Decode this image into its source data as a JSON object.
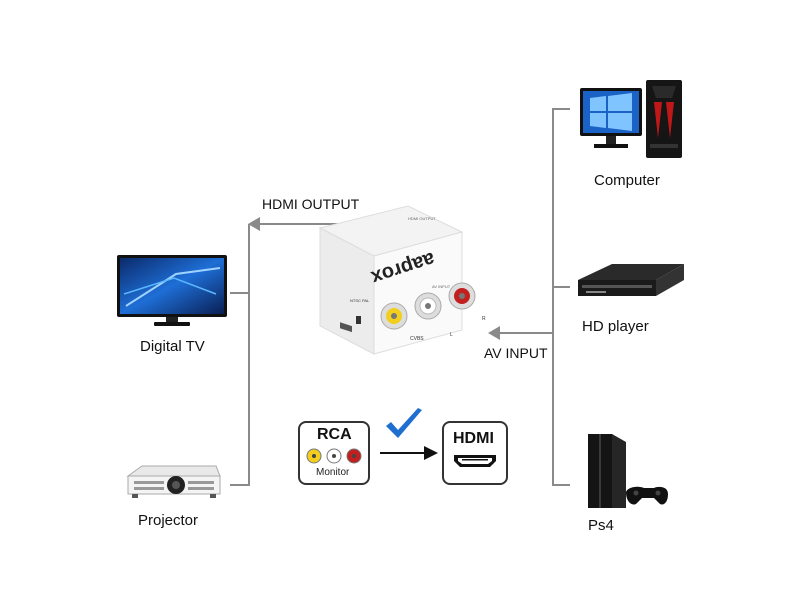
{
  "labels": {
    "hdmi_output": "HDMI OUTPUT",
    "av_input": "AV INPUT",
    "digital_tv": "Digital  TV",
    "projector": "Projector",
    "computer": "Computer",
    "hd_player": "HD player",
    "ps4": "Ps4"
  },
  "device": {
    "brand": "aaprox",
    "ports": {
      "hdmi_output": "HDMI OUTPUT",
      "av_input": "AV INPUT",
      "cvbs": "CVBS",
      "left": "L",
      "right": "R",
      "ntsc_pal": "NTSC PAL"
    }
  },
  "rca_box": {
    "title": "RCA",
    "subtitle": "Monitor"
  },
  "hdmi_box": {
    "title": "HDMI"
  },
  "colors": {
    "line": "#8a8a8a",
    "checkmark": "#1f6fd1",
    "rca_yellow": "#f2cf1f",
    "rca_red": "#c21f1f",
    "rca_white": "#ffffff",
    "device_body": "#f8f8f8"
  }
}
